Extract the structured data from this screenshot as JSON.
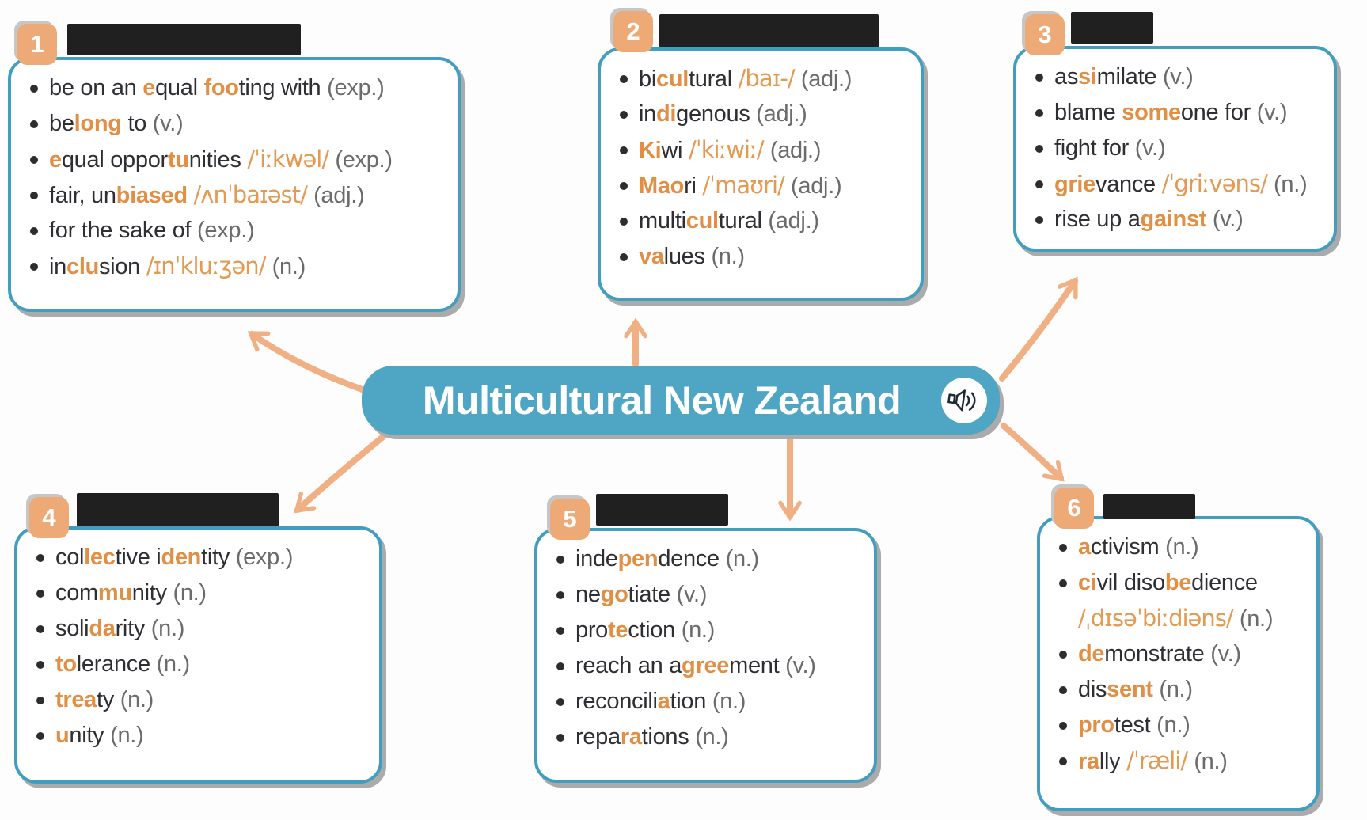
{
  "title": {
    "text": "Multicultural New Zealand"
  },
  "audio_button": {
    "icon": "speaker"
  },
  "colors": {
    "teal_border": "#429EC0",
    "title_bg": "#4FA6C4",
    "accent_orange": "#E08F45",
    "phonetic_orange": "#E39A52",
    "badge_orange": "#EDAA76",
    "arrow_orange": "#F0B083",
    "pos_gray": "#6B6B6B",
    "text_dark": "#2E2E33",
    "redaction_black": "#202020"
  },
  "boxes": [
    {
      "number": "1",
      "header": {
        "redacted": true,
        "label": ""
      },
      "items": [
        {
          "segments": [
            [
              "be on an ",
              "d"
            ],
            [
              "e",
              "o"
            ],
            [
              "qual ",
              "d"
            ],
            [
              "foo",
              "o"
            ],
            [
              "ting with ",
              "d"
            ],
            [
              "(exp.)",
              "g"
            ]
          ]
        },
        {
          "segments": [
            [
              "be",
              "d"
            ],
            [
              "long",
              "o"
            ],
            [
              " to ",
              "d"
            ],
            [
              "(v.)",
              "g"
            ]
          ]
        },
        {
          "segments": [
            [
              "e",
              "o"
            ],
            [
              "qual oppor",
              "d"
            ],
            [
              "tu",
              "o"
            ],
            [
              "nities ",
              "d"
            ],
            [
              "/ˈiːkwəl/ ",
              "p"
            ],
            [
              "(exp.)",
              "g"
            ]
          ]
        },
        {
          "segments": [
            [
              "fair, un",
              "d"
            ],
            [
              "biased",
              "o"
            ],
            [
              " ",
              "d"
            ],
            [
              "/ʌnˈbaɪəst/ ",
              "p"
            ],
            [
              "(adj.)",
              "g"
            ]
          ]
        },
        {
          "segments": [
            [
              "for the sake of ",
              "d"
            ],
            [
              "(exp.)",
              "g"
            ]
          ]
        },
        {
          "segments": [
            [
              "in",
              "d"
            ],
            [
              "clu",
              "o"
            ],
            [
              "sion ",
              "d"
            ],
            [
              "/ɪnˈkluːʒən/ ",
              "p"
            ],
            [
              "(n.)",
              "g"
            ]
          ]
        }
      ]
    },
    {
      "number": "2",
      "header": {
        "redacted": true,
        "label": ""
      },
      "items": [
        {
          "segments": [
            [
              "bi",
              "d"
            ],
            [
              "cul",
              "o"
            ],
            [
              "tural ",
              "d"
            ],
            [
              "/baɪ-/ ",
              "p"
            ],
            [
              "(adj.)",
              "g"
            ]
          ]
        },
        {
          "segments": [
            [
              "in",
              "d"
            ],
            [
              "di",
              "o"
            ],
            [
              "genous ",
              "d"
            ],
            [
              "(adj.)",
              "g"
            ]
          ]
        },
        {
          "segments": [
            [
              "Ki",
              "o"
            ],
            [
              "wi ",
              "d"
            ],
            [
              "/ˈkiːwiː/ ",
              "p"
            ],
            [
              "(adj.)",
              "g"
            ]
          ]
        },
        {
          "segments": [
            [
              "Mao",
              "o"
            ],
            [
              "ri ",
              "d"
            ],
            [
              "/ˈmaʊri/ ",
              "p"
            ],
            [
              "(adj.)",
              "g"
            ]
          ]
        },
        {
          "segments": [
            [
              "multi",
              "d"
            ],
            [
              "cul",
              "o"
            ],
            [
              "tural ",
              "d"
            ],
            [
              "(adj.)",
              "g"
            ]
          ]
        },
        {
          "segments": [
            [
              "va",
              "o"
            ],
            [
              "lues ",
              "d"
            ],
            [
              "(n.)",
              "g"
            ]
          ]
        }
      ]
    },
    {
      "number": "3",
      "header": {
        "redacted": true,
        "label": ""
      },
      "items": [
        {
          "segments": [
            [
              "as",
              "d"
            ],
            [
              "si",
              "o"
            ],
            [
              "milate ",
              "d"
            ],
            [
              "(v.)",
              "g"
            ]
          ]
        },
        {
          "segments": [
            [
              "blame ",
              "d"
            ],
            [
              "some",
              "o"
            ],
            [
              "one for ",
              "d"
            ],
            [
              "(v.)",
              "g"
            ]
          ]
        },
        {
          "segments": [
            [
              "fight for ",
              "d"
            ],
            [
              "(v.)",
              "g"
            ]
          ]
        },
        {
          "segments": [
            [
              "grie",
              "o"
            ],
            [
              "vance ",
              "d"
            ],
            [
              "/ˈgriːvəns/ ",
              "p"
            ],
            [
              "(n.)",
              "g"
            ]
          ]
        },
        {
          "segments": [
            [
              "rise up a",
              "d"
            ],
            [
              "gainst",
              "o"
            ],
            [
              " ",
              "d"
            ],
            [
              "(v.)",
              "g"
            ]
          ]
        }
      ]
    },
    {
      "number": "4",
      "header": {
        "redacted": true,
        "label": ""
      },
      "items": [
        {
          "segments": [
            [
              "col",
              "d"
            ],
            [
              "lec",
              "o"
            ],
            [
              "tive i",
              "d"
            ],
            [
              "den",
              "o"
            ],
            [
              "tity ",
              "d"
            ],
            [
              "(exp.)",
              "g"
            ]
          ]
        },
        {
          "segments": [
            [
              "com",
              "d"
            ],
            [
              "mu",
              "o"
            ],
            [
              "nity ",
              "d"
            ],
            [
              "(n.)",
              "g"
            ]
          ]
        },
        {
          "segments": [
            [
              "soli",
              "d"
            ],
            [
              "da",
              "o"
            ],
            [
              "rity ",
              "d"
            ],
            [
              "(n.)",
              "g"
            ]
          ]
        },
        {
          "segments": [
            [
              "to",
              "o"
            ],
            [
              "lerance ",
              "d"
            ],
            [
              "(n.)",
              "g"
            ]
          ]
        },
        {
          "segments": [
            [
              "trea",
              "o"
            ],
            [
              "ty ",
              "d"
            ],
            [
              "(n.)",
              "g"
            ]
          ]
        },
        {
          "segments": [
            [
              "u",
              "o"
            ],
            [
              "nity ",
              "d"
            ],
            [
              "(n.)",
              "g"
            ]
          ]
        }
      ]
    },
    {
      "number": "5",
      "header": {
        "redacted": true,
        "label": ""
      },
      "items": [
        {
          "segments": [
            [
              "inde",
              "d"
            ],
            [
              "pen",
              "o"
            ],
            [
              "dence ",
              "d"
            ],
            [
              "(n.)",
              "g"
            ]
          ]
        },
        {
          "segments": [
            [
              "ne",
              "d"
            ],
            [
              "go",
              "o"
            ],
            [
              "tiate ",
              "d"
            ],
            [
              "(v.)",
              "g"
            ]
          ]
        },
        {
          "segments": [
            [
              "pro",
              "d"
            ],
            [
              "te",
              "o"
            ],
            [
              "ction ",
              "d"
            ],
            [
              "(n.)",
              "g"
            ]
          ]
        },
        {
          "segments": [
            [
              "reach an a",
              "d"
            ],
            [
              "gree",
              "o"
            ],
            [
              "ment ",
              "d"
            ],
            [
              "(v.)",
              "g"
            ]
          ]
        },
        {
          "segments": [
            [
              "reconcili",
              "d"
            ],
            [
              "a",
              "o"
            ],
            [
              "tion ",
              "d"
            ],
            [
              "(n.)",
              "g"
            ]
          ]
        },
        {
          "segments": [
            [
              "repa",
              "d"
            ],
            [
              "ra",
              "o"
            ],
            [
              "tions ",
              "d"
            ],
            [
              "(n.)",
              "g"
            ]
          ]
        }
      ]
    },
    {
      "number": "6",
      "header": {
        "redacted": true,
        "label": ""
      },
      "items": [
        {
          "segments": [
            [
              "a",
              "o"
            ],
            [
              "ctivism ",
              "d"
            ],
            [
              "(n.)",
              "g"
            ]
          ]
        },
        {
          "segments": [
            [
              "ci",
              "o"
            ],
            [
              "vil diso",
              "d"
            ],
            [
              "be",
              "o"
            ],
            [
              "dience",
              "d"
            ]
          ],
          "segments2": [
            [
              "/ˌdɪsəˈbiːdiəns/ ",
              "p"
            ],
            [
              "(n.)",
              "g"
            ]
          ]
        },
        {
          "segments": [
            [
              "de",
              "o"
            ],
            [
              "monstrate ",
              "d"
            ],
            [
              "(v.)",
              "g"
            ]
          ]
        },
        {
          "segments": [
            [
              "dis",
              "d"
            ],
            [
              "sent",
              "o"
            ],
            [
              " ",
              "d"
            ],
            [
              "(n.)",
              "g"
            ]
          ]
        },
        {
          "segments": [
            [
              "pro",
              "o"
            ],
            [
              "test ",
              "d"
            ],
            [
              "(n.)",
              "g"
            ]
          ]
        },
        {
          "segments": [
            [
              "ra",
              "o"
            ],
            [
              "lly ",
              "d"
            ],
            [
              "/ˈræli/ ",
              "p"
            ],
            [
              "(n.)",
              "g"
            ]
          ]
        }
      ]
    }
  ]
}
